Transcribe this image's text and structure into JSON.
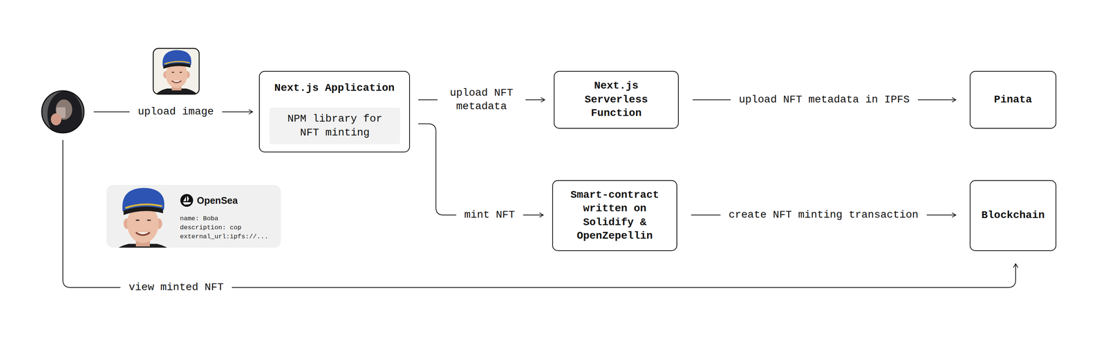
{
  "diagram": {
    "nodes": [
      {
        "text": [
          "Next.js Application"
        ]
      },
      {
        "text": [
          "NPM library for NFT minting"
        ],
        "in": 0
      },
      {
        "text": [
          "Next.js Serverless Function"
        ]
      },
      {
        "text": [
          "Pinata"
        ]
      },
      {
        "text": [
          "OpenSea",
          "name: Boba",
          "description: cop",
          "external_url:ipfs://..."
        ]
      },
      {
        "text": [
          "Smart-contract written on Solidify & OpenZepellin"
        ]
      },
      {
        "text": [
          "Blockchain"
        ]
      }
    ],
    "edges": [
      {
        "from": 0,
        "to": 2,
        "label": "upload NFT metadata",
        "arrow": "to"
      },
      {
        "from": 2,
        "to": 3,
        "label": "upload NFT metadata in IPFS",
        "arrow": "to"
      },
      {
        "from": 0,
        "to": 5,
        "label": "mint NFT",
        "arrow": "to"
      },
      {
        "from": 5,
        "to": 6,
        "label": "create NFT minting transaction",
        "arrow": "to"
      }
    ],
    "labels": [
      "upload image",
      "view minted NFT"
    ]
  }
}
